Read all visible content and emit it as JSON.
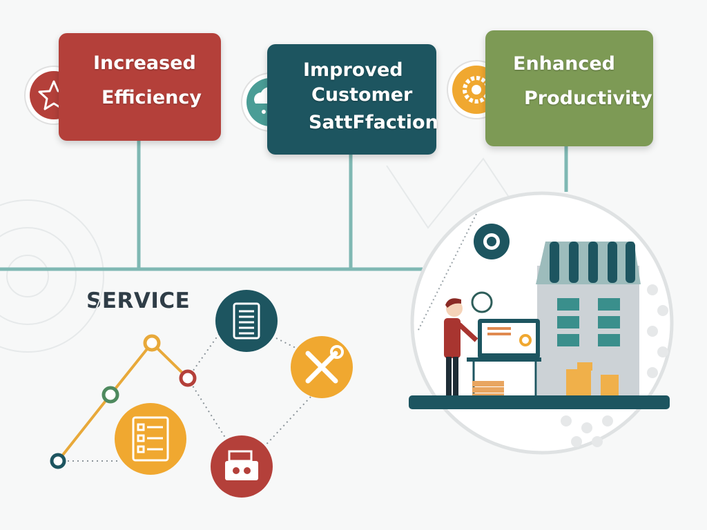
{
  "benefits": [
    {
      "line1": "Increased",
      "line2": "Efficiency",
      "icon": "star-icon",
      "color": "#b4403a"
    },
    {
      "line1": "Improved",
      "line2": "Customer",
      "line3": "SattFfaction",
      "icon": "cloud-icon",
      "color": "#1d5560"
    },
    {
      "line1": "Enhanced",
      "line2": "Productivity",
      "icon": "gear-icon",
      "color": "#7d9a55"
    }
  ],
  "section_title": "SERVICE",
  "colors": {
    "teal_line": "#7fb8b3",
    "orange": "#f0a830",
    "red": "#b4403a",
    "dark_teal": "#1d5560"
  }
}
